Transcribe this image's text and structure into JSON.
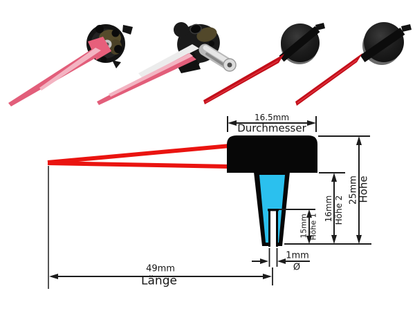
{
  "diagram_title": "gauge-pointer-dimension-drawing",
  "dimensions": {
    "diameter": {
      "value": "16.5mm",
      "label": "Durchmesser"
    },
    "height": {
      "value": "25mm",
      "label": "Höhe"
    },
    "height2": {
      "value": "16mm",
      "label": "Höhe 2"
    },
    "height1": {
      "value": "15mm",
      "label": "Höhe 1"
    },
    "shaft": {
      "value": "1mm",
      "label": "Ø"
    },
    "length": {
      "value": "49mm",
      "label": "Länge"
    }
  },
  "photos": [
    {
      "name": "pointer-rear-view-with-movement"
    },
    {
      "name": "pointer-rear-angled-view-with-shaft"
    },
    {
      "name": "pointer-front-view-black-cap"
    },
    {
      "name": "pointer-front-view-black-cap-2"
    }
  ],
  "colors": {
    "diagram_needle_red": "#ea1410",
    "photo_needle_red": "#c30f1a",
    "photo_needle_pink": "#e25e7a",
    "cone_cyan": "#2bc0ee",
    "line_black": "#1c1c1c",
    "part_black": "#070707"
  }
}
